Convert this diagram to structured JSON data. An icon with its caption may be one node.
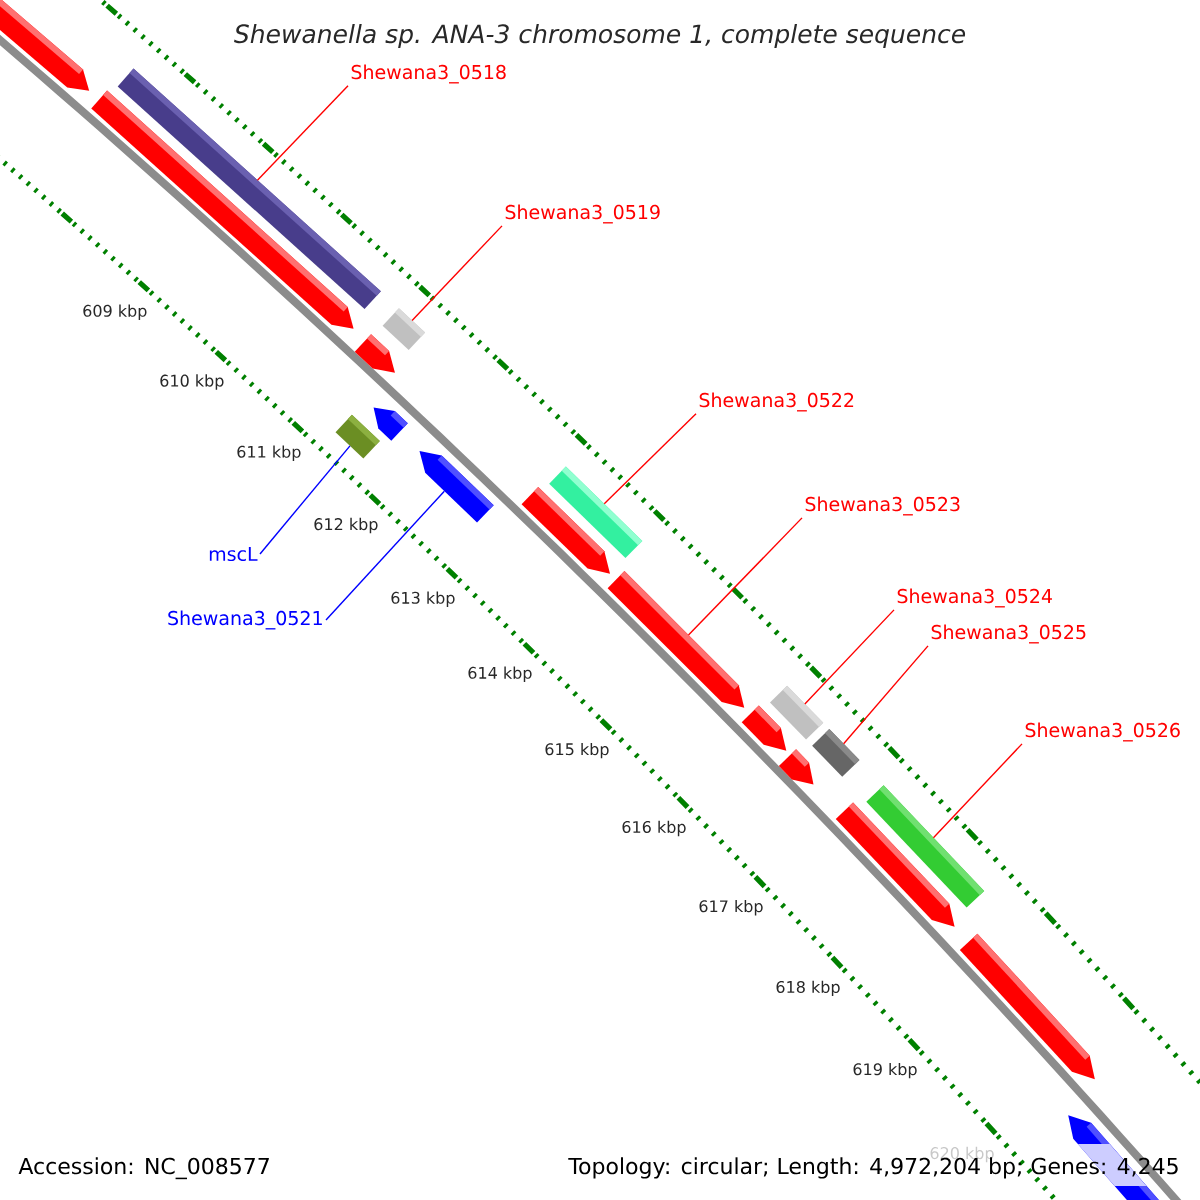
{
  "diagram": {
    "title": "*Shewanella* sp. ANA-3 chromosome 1, complete sequence",
    "nodes": [
      {
        "text": [
          "Shewana3_0518"
        ]
      },
      {
        "text": [
          "Shewana3_0519"
        ]
      },
      {
        "text": [
          "Shewana3_0522"
        ]
      },
      {
        "text": [
          "Shewana3_0523"
        ]
      },
      {
        "text": [
          "mscL"
        ]
      },
      {
        "text": [
          "Shewana3_0524"
        ]
      },
      {
        "text": [
          "Shewana3_0521"
        ]
      },
      {
        "text": [
          "Shewana3_0525"
        ]
      },
      {
        "text": [
          "Shewana3_0526"
        ]
      },
      {
        "text": [],
        "shape": "bar"
      },
      {
        "text": [],
        "shape": "bar"
      },
      {
        "text": [],
        "shape": "bar"
      },
      {
        "text": [],
        "shape": "bar"
      },
      {
        "text": [],
        "shape": "bar"
      },
      {
        "text": [],
        "shape": "bar"
      },
      {
        "text": [],
        "shape": "bar"
      },
      {
        "text": [],
        "shape": "bar"
      },
      {
        "text": [],
        "shape": "bar"
      },
      {
        "text": [],
        "shape": "bar"
      },
      {
        "text": [],
        "shape": "bar"
      },
      {
        "text": [],
        "shape": "bar"
      },
      {
        "text": [],
        "shape": "bar"
      },
      {
        "text": [],
        "shape": "bar"
      },
      {
        "text": [],
        "shape": "bar"
      },
      {
        "text": [],
        "shape": "bar"
      },
      {
        "text": [],
        "shape": "bar"
      },
      {
        "text": [],
        "shape": "bar"
      },
      {
        "text": [],
        "shape": "bar"
      }
    ],
    "edges": [
      {
        "from": 0,
        "to": 11,
        "arrow": "none"
      },
      {
        "from": 1,
        "to": 13,
        "arrow": "none"
      },
      {
        "from": 2,
        "to": 18,
        "arrow": "none"
      },
      {
        "from": 3,
        "to": 19,
        "arrow": "none"
      },
      {
        "from": 4,
        "to": 14,
        "arrow": "none",
        "color": "#0000ff"
      },
      {
        "from": 5,
        "to": 20,
        "arrow": "none"
      },
      {
        "from": 6,
        "to": 16,
        "arrow": "none",
        "color": "#0000ff"
      },
      {
        "from": 7,
        "to": 22,
        "arrow": "none"
      },
      {
        "from": 8,
        "to": 24,
        "arrow": "none"
      }
    ],
    "labels": [
      "609 kbp",
      "610 kbp",
      "611 kbp",
      "612 kbp",
      "613 kbp",
      "614 kbp",
      "615 kbp",
      "616 kbp",
      "617 kbp",
      "618 kbp",
      "619 kbp",
      "620 kbp",
      "Accession: NC_008577",
      "Topology: circular; Length: 4,972,204 bp; Genes: 4,245"
    ]
  }
}
